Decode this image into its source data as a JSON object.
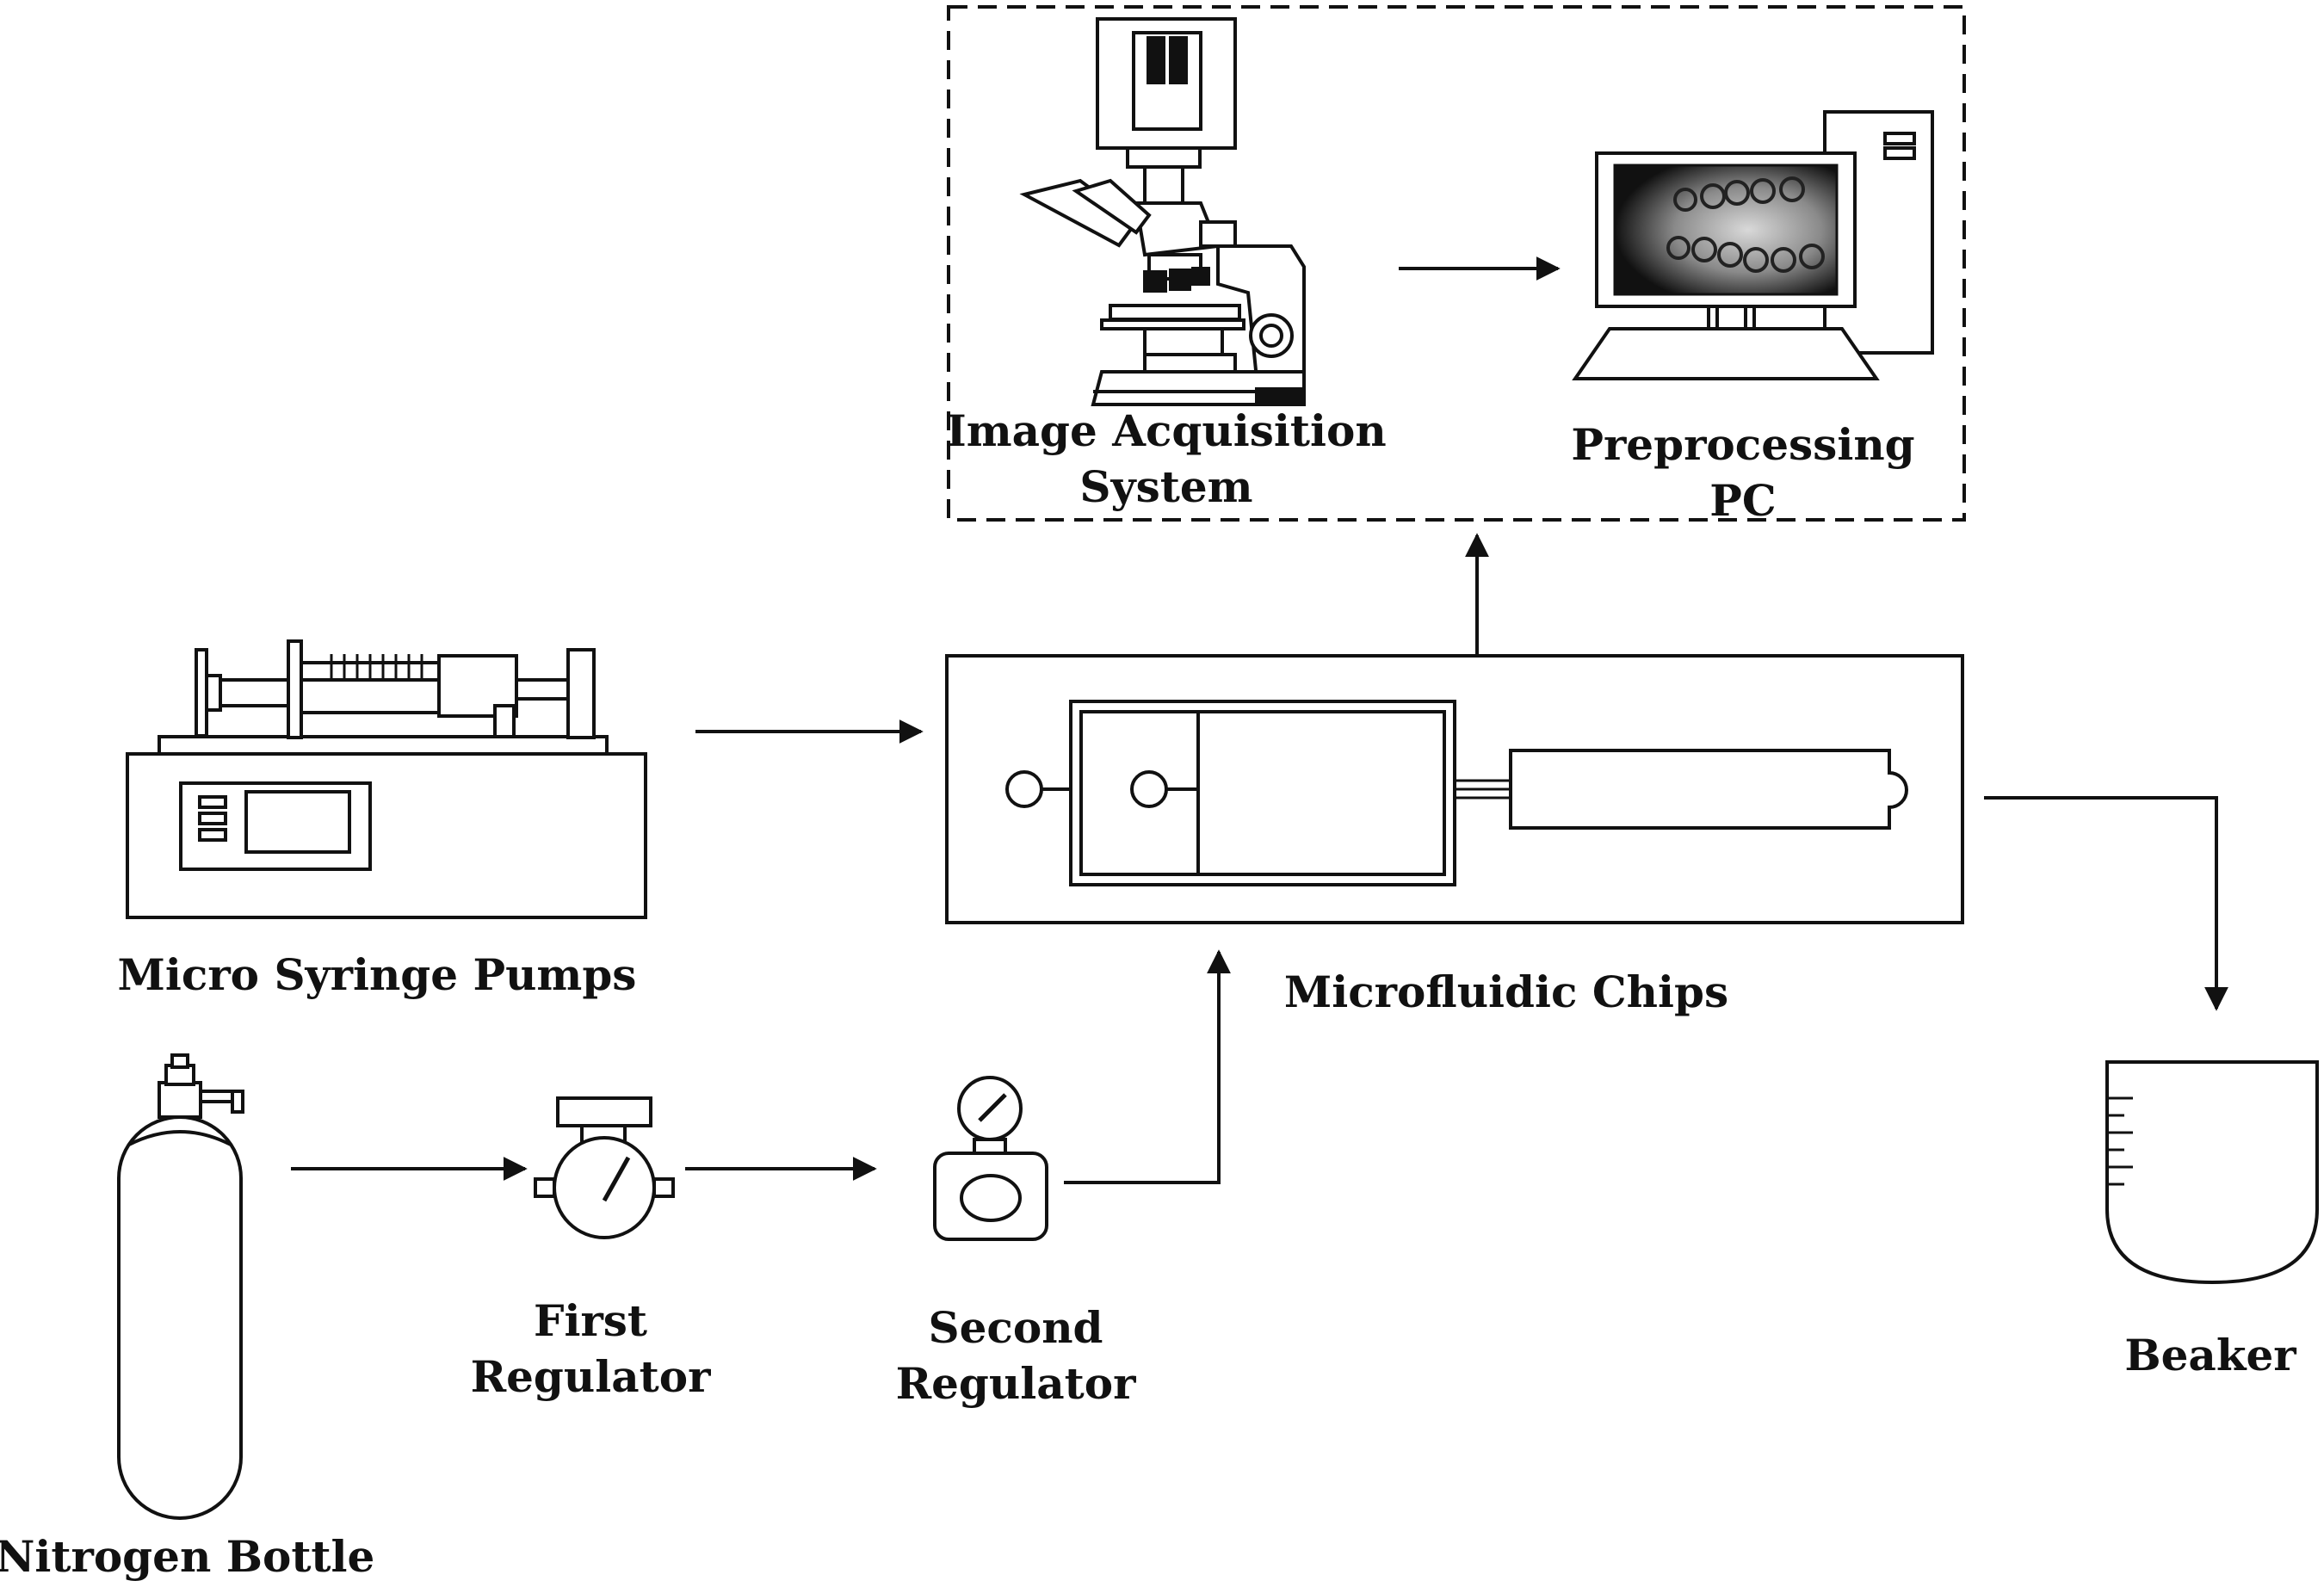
{
  "labels": {
    "image_acquisition_line1": "Image Acquisition",
    "image_acquisition_line2": "System",
    "preprocessing_line1": "Preprocessing",
    "preprocessing_line2": "PC",
    "micro_syringe_pumps": "Micro Syringe Pumps",
    "microfluidic_chips": "Microfluidic Chips",
    "nitrogen_bottle": "Nitrogen Bottle",
    "first_regulator_line1": "First",
    "first_regulator_line2": "Regulator",
    "second_regulator_line1": "Second",
    "second_regulator_line2": "Regulator",
    "beaker": "Beaker"
  },
  "colors": {
    "stroke": "#111111",
    "background": "#ffffff",
    "screen_dark": "#1a1a1a",
    "screen_light": "#cfcfcf"
  },
  "connections": [
    {
      "from": "micro-syringe-pumps",
      "to": "microfluidic-chips"
    },
    {
      "from": "microfluidic-chips",
      "to": "image-acquisition-group"
    },
    {
      "from": "image-acquisition-system",
      "to": "preprocessing-pc"
    },
    {
      "from": "microfluidic-chips",
      "to": "beaker"
    },
    {
      "from": "nitrogen-bottle",
      "to": "first-regulator"
    },
    {
      "from": "first-regulator",
      "to": "second-regulator"
    },
    {
      "from": "second-regulator",
      "to": "microfluidic-chips"
    }
  ]
}
